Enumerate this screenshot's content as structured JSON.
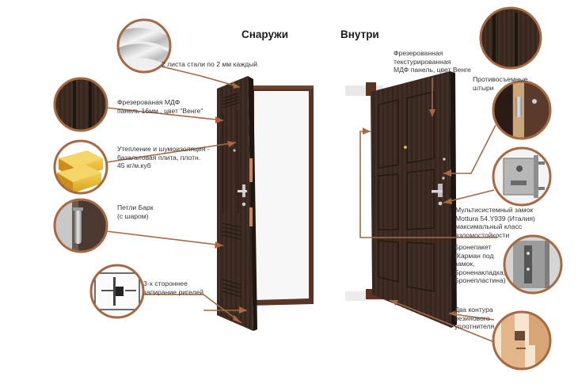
{
  "headings": {
    "outside": "Снаружи",
    "inside": "Внутри"
  },
  "callouts": {
    "steel": "2 листа стали по 2 мм каждый",
    "mdf_outer": [
      "Фрезерованая МДФ",
      "панель 16мм , цвет \"Венге\""
    ],
    "insulation": [
      "Утепление и шумоизоляция -",
      "базальтовая плита, плотн.",
      "45 кг/м.куб"
    ],
    "hinges": [
      "Петли Барк",
      "(с шаром)"
    ],
    "bolts": [
      "3-х стороннее",
      "запирание ригелей"
    ],
    "mdf_inner": [
      "Фрезерованная",
      "текстурированная",
      "МДФ панель, цвет Венге"
    ],
    "pins": [
      "Противосъемные",
      "штыри"
    ],
    "lock": [
      "Мультисистемный замок",
      "Mottura 54.Y939 (Италия)",
      "максимальный класс",
      "взломостойкости"
    ],
    "armor": [
      "Бронепакет",
      "(Карман под",
      "замок,",
      "Броненакладка,",
      "Бронепластина)"
    ],
    "seal": [
      "Два контура",
      "резинового",
      "уплотнителя"
    ]
  },
  "colors": {
    "ring": "#a56a43",
    "leader": "#a56a43",
    "door_dark": "#3a2a22",
    "door_frame": "#5a3526",
    "insulation": "#e6b52f"
  },
  "icons": {
    "steel": "steel-sheet-icon",
    "mdf_outer": "mdf-panel-icon",
    "insulation": "insulation-block-icon",
    "hinges": "hinge-icon",
    "bolts": "bolt-lock-icon",
    "mdf_inner": "mdf-panel-icon",
    "pins": "anti-removal-pin-icon",
    "lock": "mortise-lock-icon",
    "armor": "armor-plate-icon",
    "seal": "rubber-seal-icon"
  }
}
